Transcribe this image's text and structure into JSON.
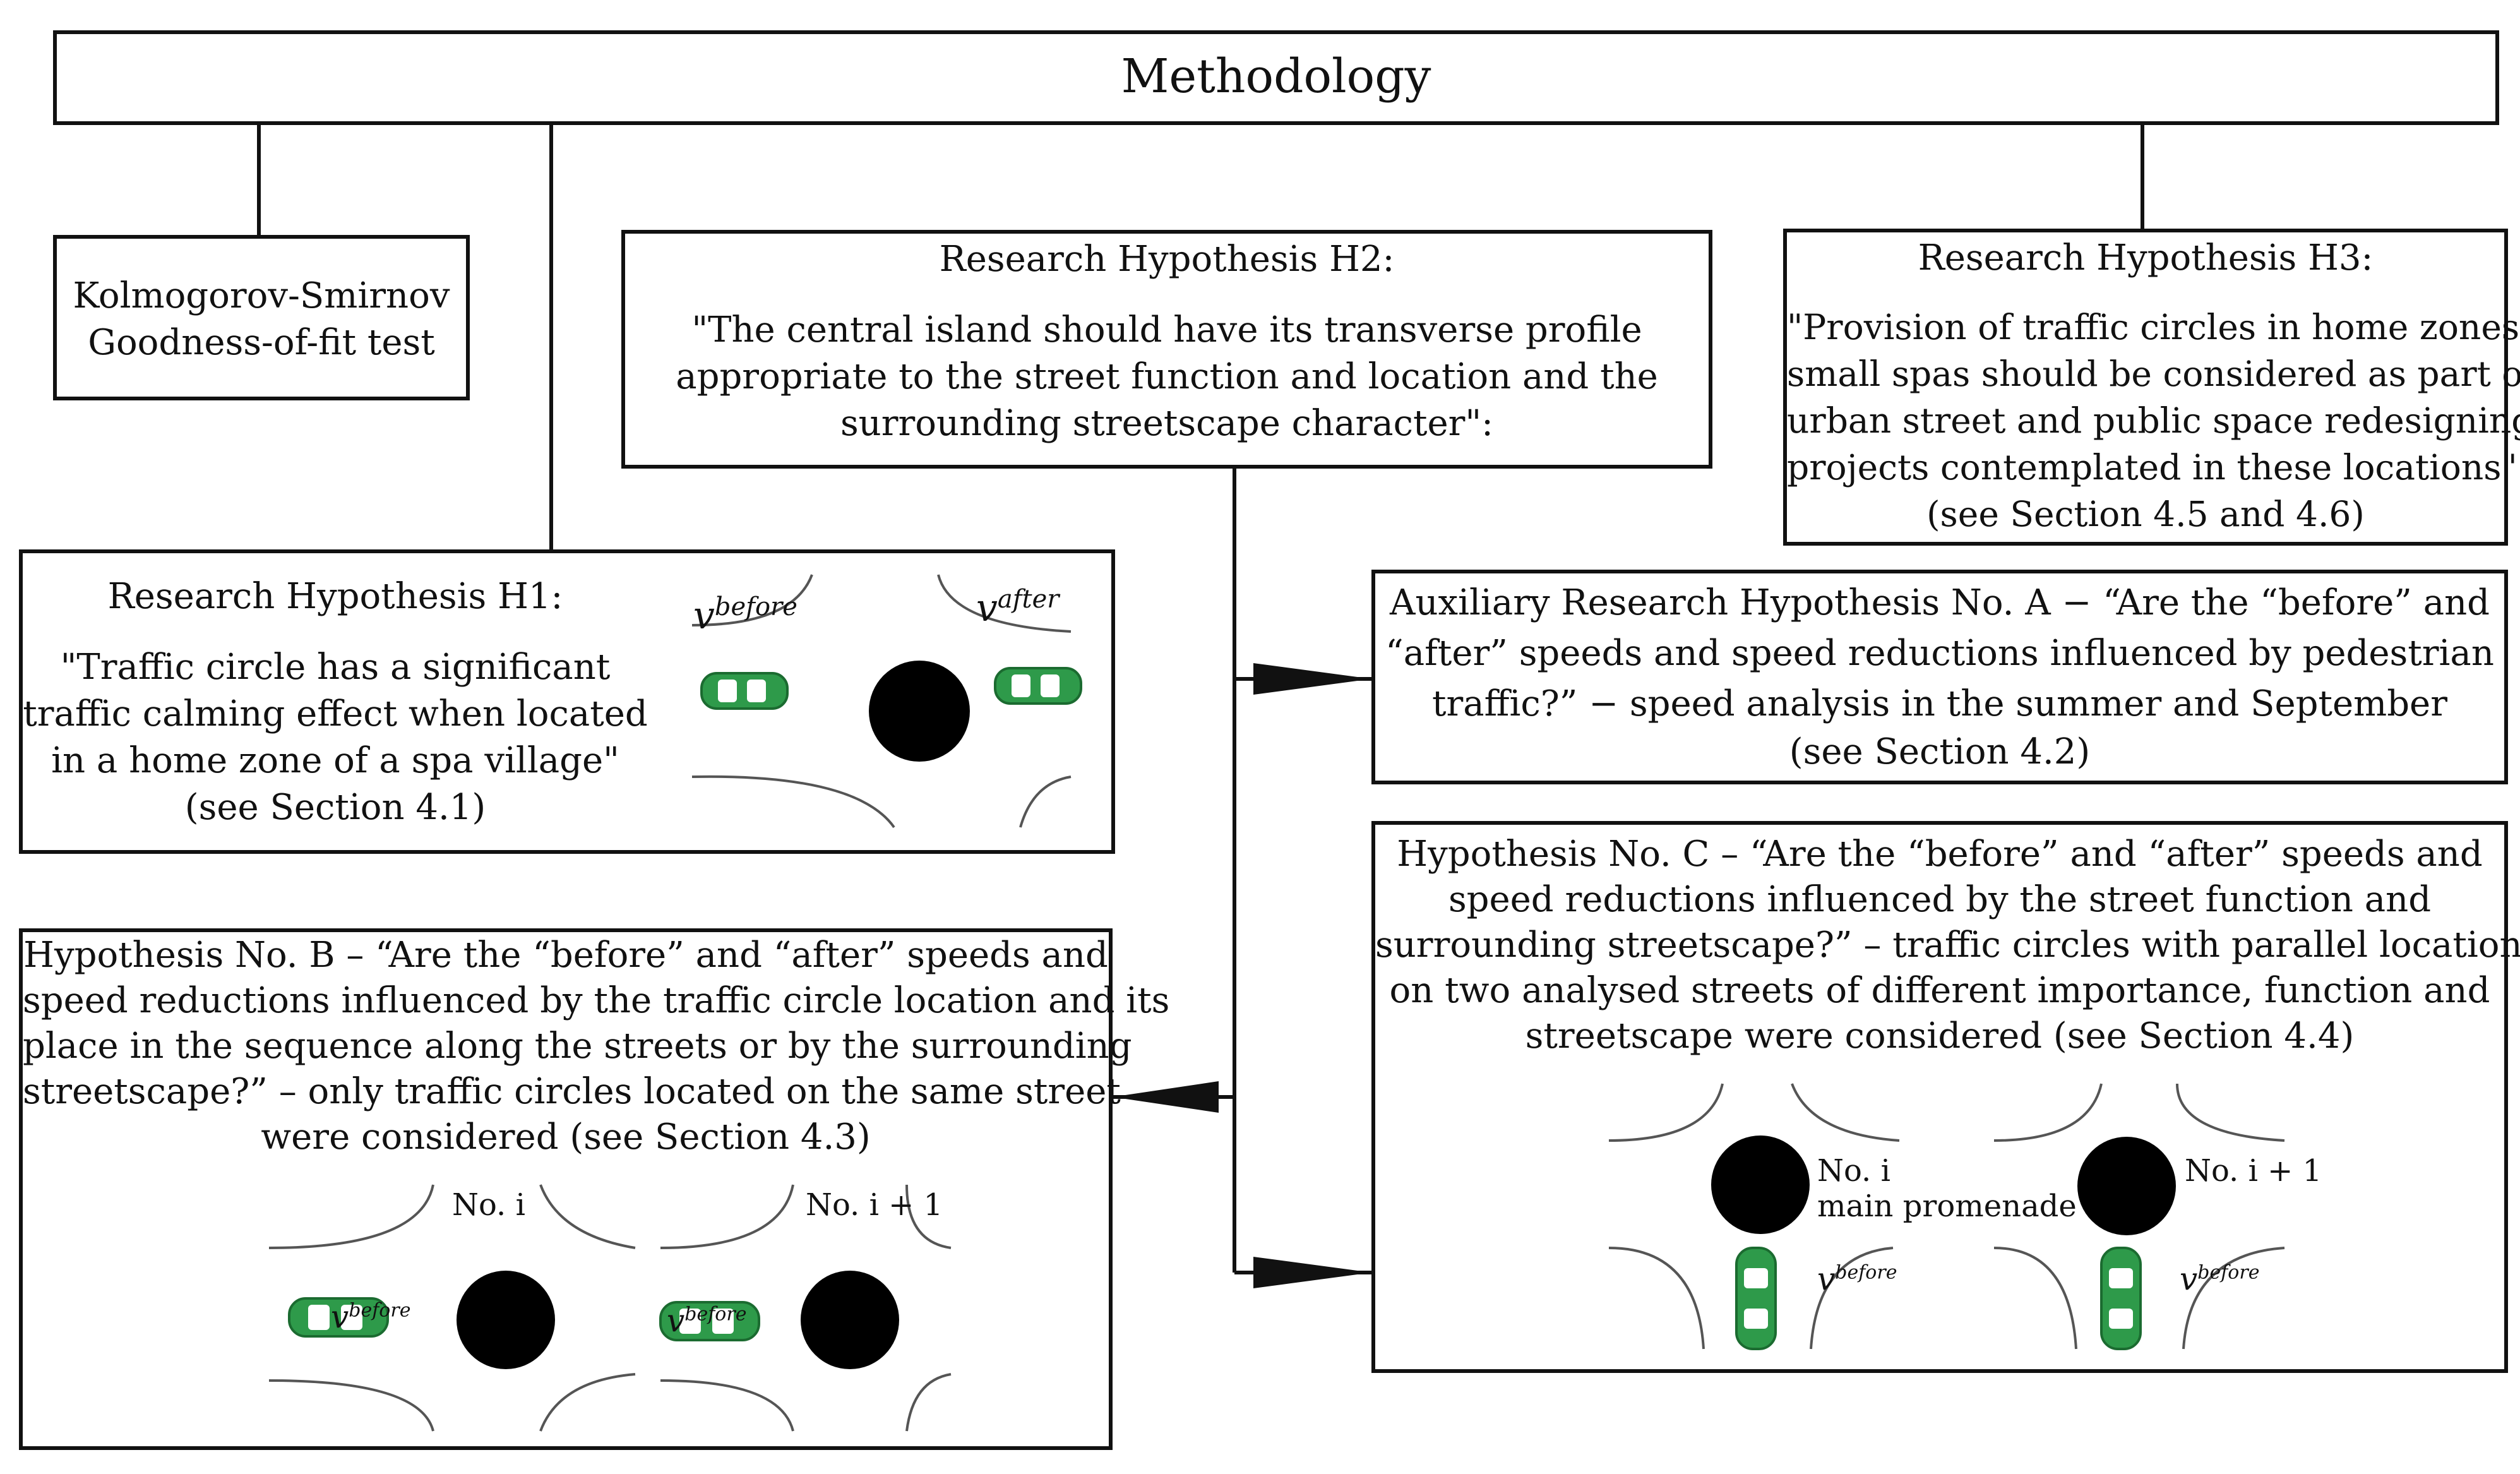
{
  "methodology": {
    "title": "Methodology"
  },
  "ks": {
    "lines": [
      "Kolmogorov-Smirnov",
      "Goodness-of-fit test"
    ]
  },
  "h2": {
    "heading": "Research Hypothesis H2:",
    "lines": [
      "\"The central island should have its transverse profile",
      "appropriate to the street function and location and the",
      "surrounding streetscape character\":"
    ]
  },
  "h3": {
    "heading": "Research Hypothesis H3:",
    "lines": [
      "\"Provision of traffic circles in home zones of",
      "small spas should be considered as part of",
      "urban street and public space redesigning",
      "projects contemplated in these locations\"",
      "(see Section 4.5 and 4.6)"
    ]
  },
  "h1": {
    "heading": "Research Hypothesis H1:",
    "lines": [
      "\"Traffic circle has a significant",
      "traffic calming effect when located",
      "in a home zone of a spa village\"",
      "(see Section 4.1)"
    ],
    "v_symbol": "v",
    "before": "before",
    "after": "after"
  },
  "hA": {
    "lines": [
      "Auxiliary Research Hypothesis No. A − “Are the “before” and",
      "“after” speeds and speed reductions influenced by pedestrian",
      "traffic?” − speed analysis in the summer and September",
      "(see Section 4.2)"
    ]
  },
  "hB": {
    "lines": [
      "Hypothesis No. B – “Are the “before” and “after” speeds and",
      "speed reductions influenced by the traffic circle location and its",
      "place in the sequence along the streets or by the surrounding",
      "streetscape?” – only traffic circles located on the same street",
      "were considered (see Section 4.3)"
    ],
    "no_i": "No. i",
    "no_i1": "No. i + 1",
    "v_symbol": "v",
    "before": "before"
  },
  "hC": {
    "lines": [
      "Hypothesis No. C – “Are the “before” and “after” speeds and",
      "speed reductions influenced by the street function and",
      "surrounding streetscape?” – traffic circles with parallel locations",
      "on two analysed streets of different importance, function and",
      "streetscape were considered (see Section 4.4)"
    ],
    "no_i": "No. i",
    "main_promenade": "main promenade",
    "no_i1": "No. i + 1",
    "v_symbol": "v",
    "before": "before"
  },
  "colors": {
    "line": "#111111",
    "car": "#2e9a4a",
    "car_dark": "#1b6b30",
    "island": "#000000",
    "curb": "#555555"
  }
}
